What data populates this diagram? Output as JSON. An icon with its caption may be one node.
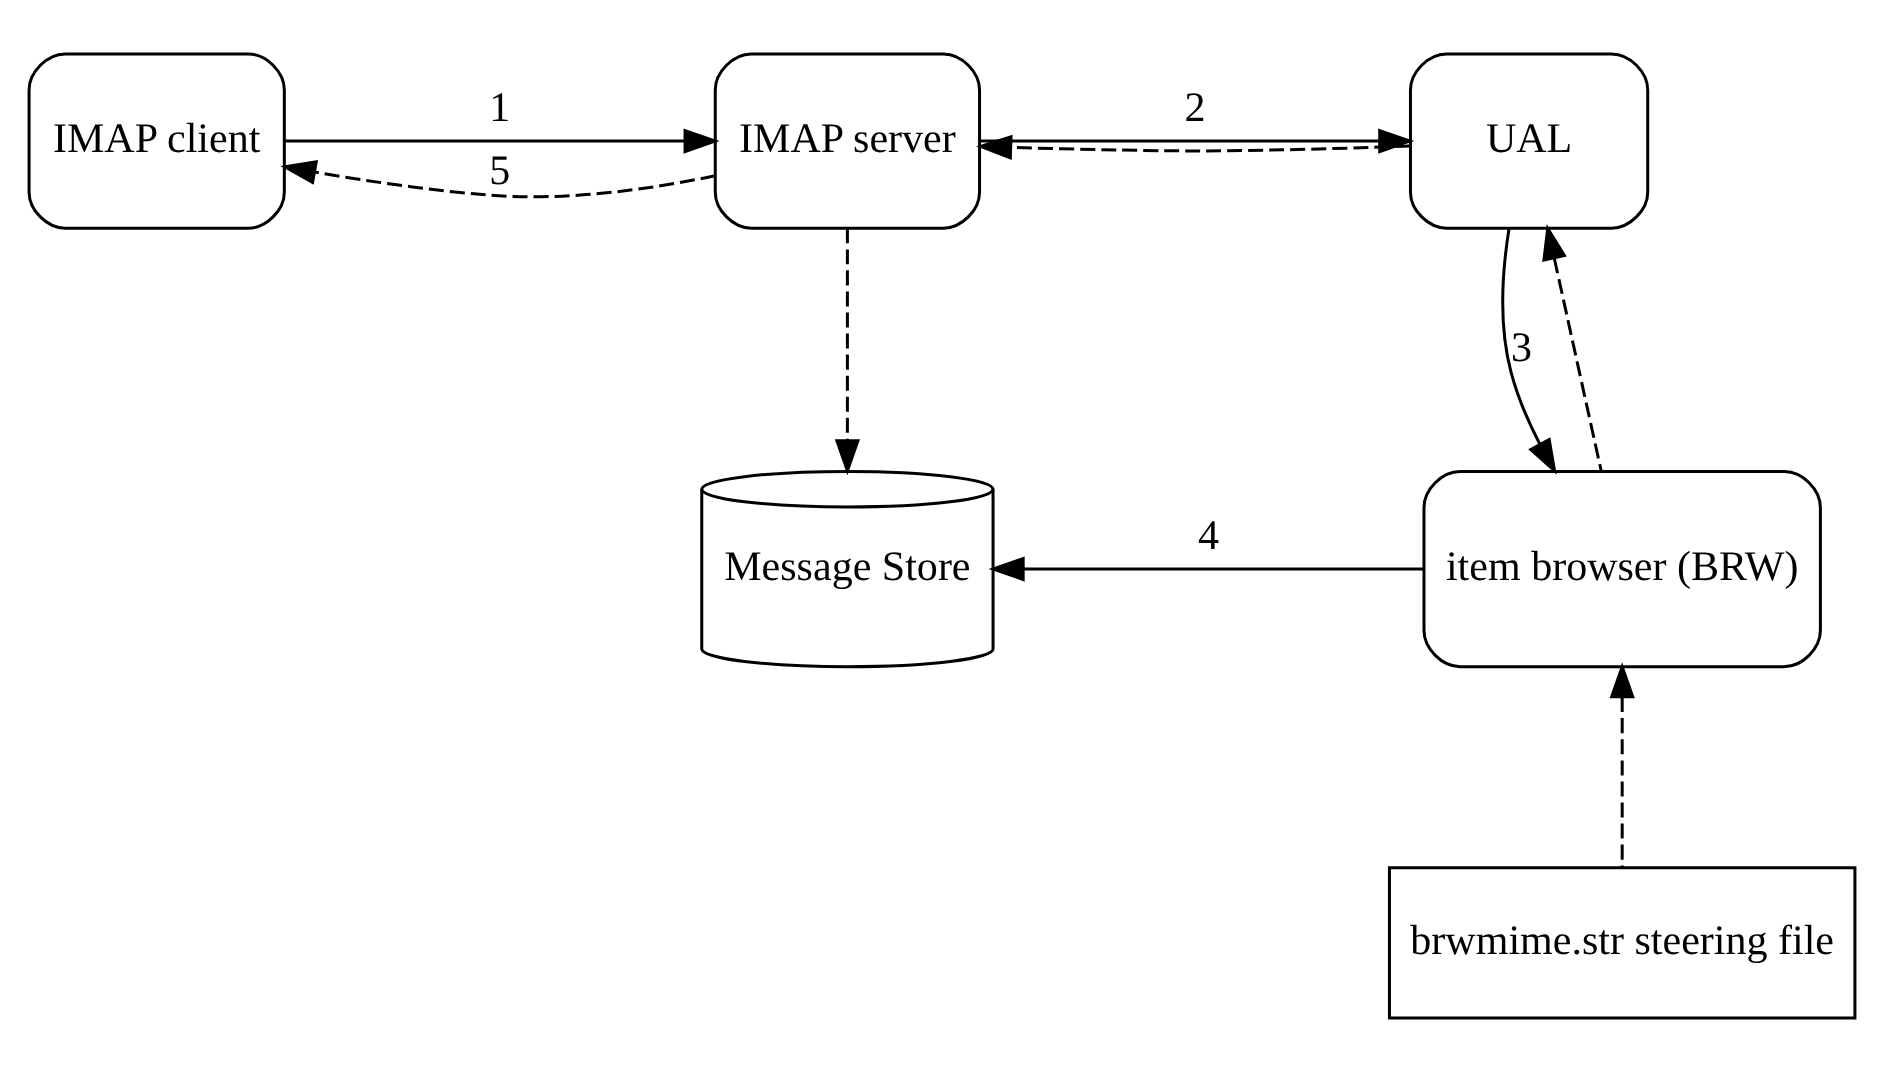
{
  "diagram": {
    "nodes": [
      {
        "text": [
          "IMAP client"
        ]
      },
      {
        "text": [
          "IMAP server"
        ]
      },
      {
        "text": [
          "UAL"
        ]
      },
      {
        "text": [
          "Message Store"
        ]
      },
      {
        "text": [
          "item browser (BRW)"
        ]
      },
      {
        "text": [
          "brwmime.str steering file"
        ]
      }
    ],
    "edges": [
      {
        "from": 0,
        "to": 1,
        "arrow": "to",
        "label": "1"
      },
      {
        "from": 1,
        "to": 0,
        "arrow": "to",
        "label": "5",
        "style": "dashed"
      },
      {
        "from": 1,
        "to": 2,
        "arrow": "to",
        "label": "2"
      },
      {
        "from": 2,
        "to": 1,
        "arrow": "to",
        "style": "dashed"
      },
      {
        "from": 1,
        "to": 3,
        "arrow": "to",
        "style": "dashed"
      },
      {
        "from": 2,
        "to": 4,
        "arrow": "to",
        "label": "3"
      },
      {
        "from": 4,
        "to": 2,
        "arrow": "to",
        "style": "dashed"
      },
      {
        "from": 4,
        "to": 3,
        "arrow": "to",
        "label": "4"
      },
      {
        "from": 5,
        "to": 4,
        "arrow": "to",
        "style": "dashed"
      }
    ]
  }
}
